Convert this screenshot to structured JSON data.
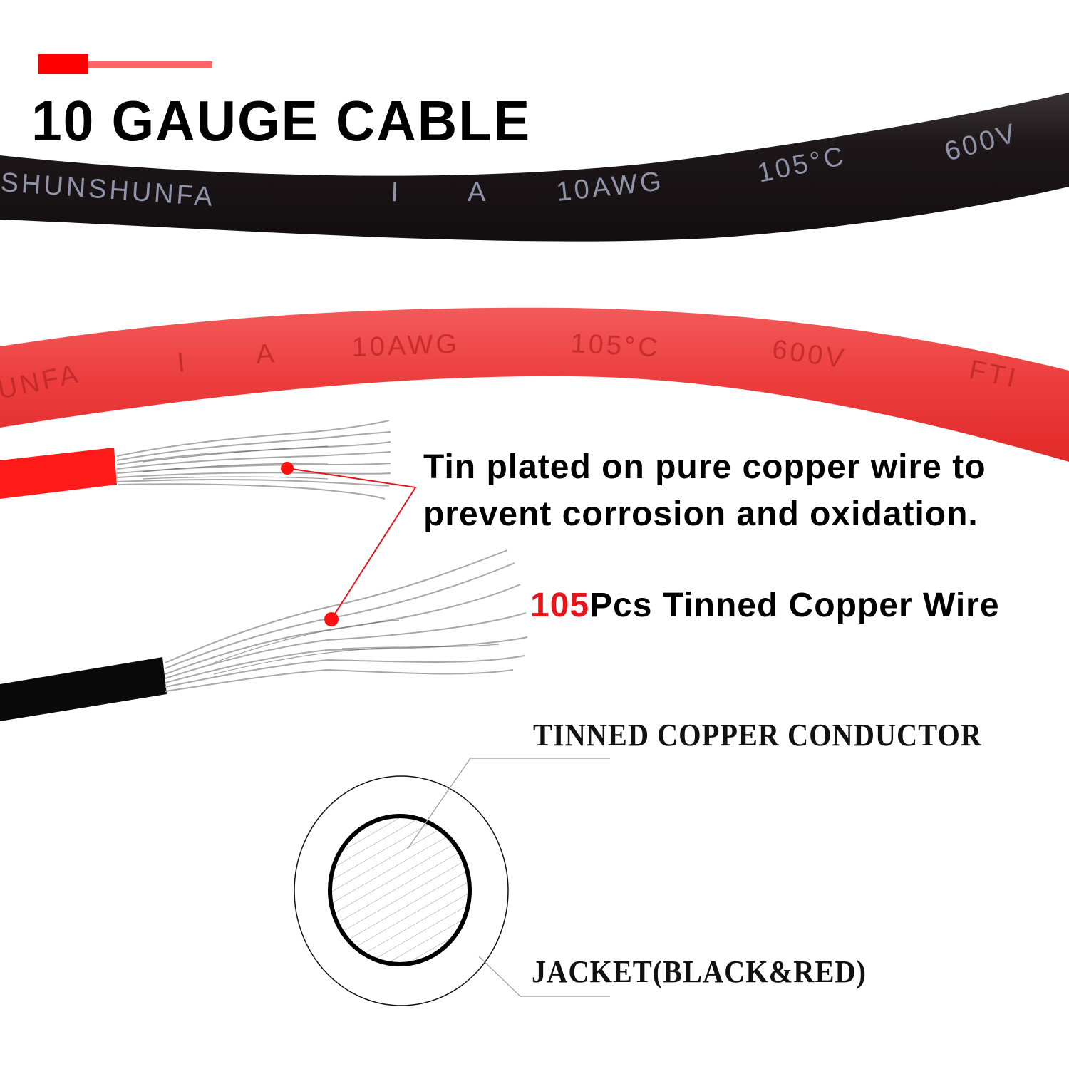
{
  "header": {
    "title": "10 GAUGE CABLE",
    "accent_colors": {
      "block": "#ff0000",
      "line": "#ff6666"
    }
  },
  "cables": {
    "black_cable": {
      "color": "#1a1416",
      "print_color": "#8e93a8",
      "printed_text": [
        "SHUNSHUNFA",
        "I",
        "A",
        "10AWG",
        "105°C",
        "600V"
      ]
    },
    "red_cable": {
      "color": "#ec3b3b",
      "print_color": "#b82020",
      "printed_text": [
        "UNFA",
        "I",
        "A",
        "10AWG",
        "105°C",
        "600V",
        "FTI"
      ]
    }
  },
  "features": {
    "line1": "Tin plated on pure copper wire to",
    "line2": "prevent corrosion and oxidation.",
    "strand_count": "105",
    "strand_label": "Pcs Tinned Copper Wire",
    "highlight_color": "#e8141b"
  },
  "diagram": {
    "conductor_label": "TINNED COPPER CONDUCTOR",
    "jacket_label": "JACKET(BLACK&RED)"
  }
}
